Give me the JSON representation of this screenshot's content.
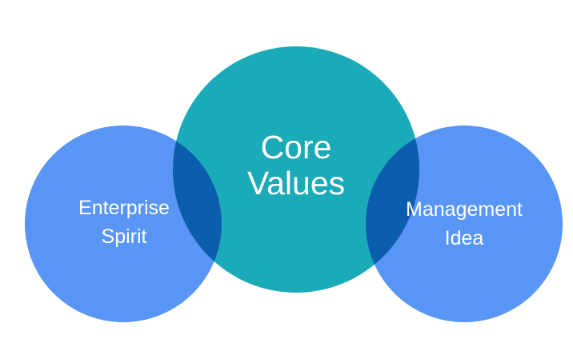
{
  "diagram": {
    "center_circle": {
      "lines": [
        "Core",
        "Values"
      ],
      "color": "#1AAAB8"
    },
    "left_circle": {
      "lines": [
        "Enterprise",
        "Spirit"
      ],
      "color": "#5995F4"
    },
    "right_circle": {
      "lines": [
        "Management",
        "Idea"
      ],
      "color": "#5995F4"
    },
    "overlap_color": "#0B5DAD"
  }
}
